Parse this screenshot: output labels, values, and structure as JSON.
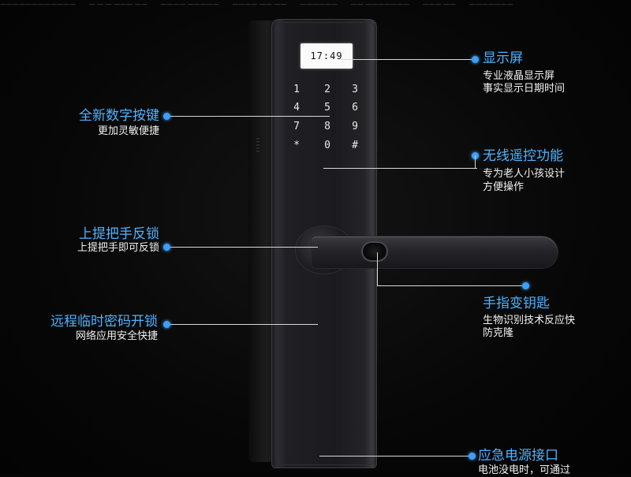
{
  "watermark": [
    "————————————",
    "— — — ——— ——",
    "———— —————",
    "———— —— ——",
    "——————",
    "—— ———————",
    "——— ——",
    "———————"
  ],
  "lock": {
    "time": "17:49",
    "keys": [
      "1",
      "2",
      "3",
      "4",
      "5",
      "6",
      "7",
      "8",
      "9",
      "*",
      "0",
      "#"
    ]
  },
  "callouts": {
    "display": {
      "title": "显示屏",
      "lines": [
        "专业液晶显示屏",
        "事实显示日期时间"
      ]
    },
    "keypad": {
      "title": "全新数字按键",
      "lines": [
        "更加灵敏便捷"
      ]
    },
    "remote": {
      "title": "无线遥控功能",
      "lines": [
        "专为老人小孩设计",
        "方便操作"
      ]
    },
    "handle": {
      "title": "上提把手反锁",
      "lines": [
        "上提把手即可反锁"
      ]
    },
    "fingerprint": {
      "title": "手指变钥匙",
      "lines": [
        "生物识别技术反应快",
        "防克隆"
      ]
    },
    "temp_password": {
      "title": "远程临时密码开锁",
      "lines": [
        "网络应用安全快捷"
      ]
    },
    "emergency": {
      "title": "应急电源接口",
      "lines": [
        "电池没电时，可通过"
      ]
    }
  },
  "colors": {
    "accent": "#4fb3ff",
    "dot": "#3aa0ff",
    "background": "#050505"
  }
}
